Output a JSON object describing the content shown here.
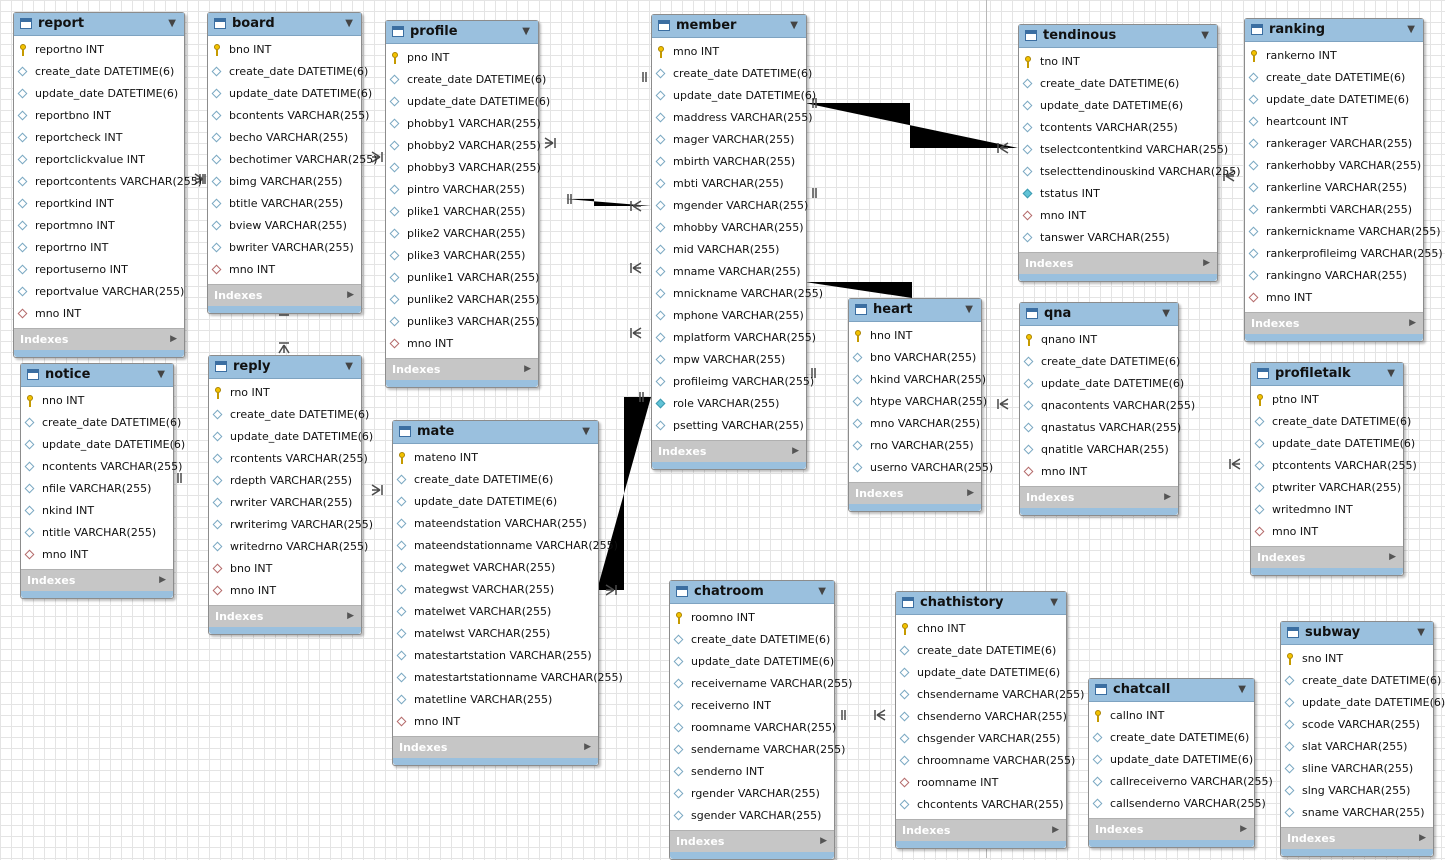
{
  "diagram": {
    "indexes_label": "Indexes",
    "tables": [
      {
        "id": "report",
        "name": "report",
        "columns": [
          {
            "name": "reportno INT",
            "kind": "pk"
          },
          {
            "name": "create_date DATETIME(6)",
            "kind": "col"
          },
          {
            "name": "update_date DATETIME(6)",
            "kind": "col"
          },
          {
            "name": "reportbno INT",
            "kind": "col"
          },
          {
            "name": "reportcheck INT",
            "kind": "col"
          },
          {
            "name": "reportclickvalue INT",
            "kind": "col"
          },
          {
            "name": "reportcontents VARCHAR(255)",
            "kind": "col"
          },
          {
            "name": "reportkind INT",
            "kind": "col"
          },
          {
            "name": "reportmno INT",
            "kind": "col"
          },
          {
            "name": "reportrno INT",
            "kind": "col"
          },
          {
            "name": "reportuserno INT",
            "kind": "col"
          },
          {
            "name": "reportvalue VARCHAR(255)",
            "kind": "col"
          },
          {
            "name": "mno INT",
            "kind": "fk"
          }
        ]
      },
      {
        "id": "board",
        "name": "board",
        "columns": [
          {
            "name": "bno INT",
            "kind": "pk"
          },
          {
            "name": "create_date DATETIME(6)",
            "kind": "col"
          },
          {
            "name": "update_date DATETIME(6)",
            "kind": "col"
          },
          {
            "name": "bcontents VARCHAR(255)",
            "kind": "col"
          },
          {
            "name": "becho VARCHAR(255)",
            "kind": "col"
          },
          {
            "name": "bechotimer VARCHAR(255)",
            "kind": "col"
          },
          {
            "name": "bimg VARCHAR(255)",
            "kind": "col"
          },
          {
            "name": "btitle VARCHAR(255)",
            "kind": "col"
          },
          {
            "name": "bview VARCHAR(255)",
            "kind": "col"
          },
          {
            "name": "bwriter VARCHAR(255)",
            "kind": "col"
          },
          {
            "name": "mno INT",
            "kind": "fk"
          }
        ]
      },
      {
        "id": "profile",
        "name": "profile",
        "columns": [
          {
            "name": "pno INT",
            "kind": "pk"
          },
          {
            "name": "create_date DATETIME(6)",
            "kind": "col"
          },
          {
            "name": "update_date DATETIME(6)",
            "kind": "col"
          },
          {
            "name": "phobby1 VARCHAR(255)",
            "kind": "col"
          },
          {
            "name": "phobby2 VARCHAR(255)",
            "kind": "col"
          },
          {
            "name": "phobby3 VARCHAR(255)",
            "kind": "col"
          },
          {
            "name": "pintro VARCHAR(255)",
            "kind": "col"
          },
          {
            "name": "plike1 VARCHAR(255)",
            "kind": "col"
          },
          {
            "name": "plike2 VARCHAR(255)",
            "kind": "col"
          },
          {
            "name": "plike3 VARCHAR(255)",
            "kind": "col"
          },
          {
            "name": "punlike1 VARCHAR(255)",
            "kind": "col"
          },
          {
            "name": "punlike2 VARCHAR(255)",
            "kind": "col"
          },
          {
            "name": "punlike3 VARCHAR(255)",
            "kind": "col"
          },
          {
            "name": "mno INT",
            "kind": "fk"
          }
        ]
      },
      {
        "id": "member",
        "name": "member",
        "columns": [
          {
            "name": "mno INT",
            "kind": "pk"
          },
          {
            "name": "create_date DATETIME(6)",
            "kind": "col"
          },
          {
            "name": "update_date DATETIME(6)",
            "kind": "col"
          },
          {
            "name": "maddress VARCHAR(255)",
            "kind": "col"
          },
          {
            "name": "mager VARCHAR(255)",
            "kind": "col"
          },
          {
            "name": "mbirth VARCHAR(255)",
            "kind": "col"
          },
          {
            "name": "mbti VARCHAR(255)",
            "kind": "col"
          },
          {
            "name": "mgender VARCHAR(255)",
            "kind": "col"
          },
          {
            "name": "mhobby VARCHAR(255)",
            "kind": "col"
          },
          {
            "name": "mid VARCHAR(255)",
            "kind": "col"
          },
          {
            "name": "mname VARCHAR(255)",
            "kind": "col"
          },
          {
            "name": "mnickname VARCHAR(255)",
            "kind": "col"
          },
          {
            "name": "mphone VARCHAR(255)",
            "kind": "col"
          },
          {
            "name": "mplatform VARCHAR(255)",
            "kind": "col"
          },
          {
            "name": "mpw VARCHAR(255)",
            "kind": "col"
          },
          {
            "name": "profileimg VARCHAR(255)",
            "kind": "col"
          },
          {
            "name": "role VARCHAR(255)",
            "kind": "nn"
          },
          {
            "name": "psetting VARCHAR(255)",
            "kind": "col"
          }
        ]
      },
      {
        "id": "tendinous",
        "name": "tendinous",
        "columns": [
          {
            "name": "tno INT",
            "kind": "pk"
          },
          {
            "name": "create_date DATETIME(6)",
            "kind": "col"
          },
          {
            "name": "update_date DATETIME(6)",
            "kind": "col"
          },
          {
            "name": "tcontents VARCHAR(255)",
            "kind": "col"
          },
          {
            "name": "tselectcontentkind VARCHAR(255)",
            "kind": "col"
          },
          {
            "name": "tselecttendinouskind VARCHAR(255)",
            "kind": "col"
          },
          {
            "name": "tstatus INT",
            "kind": "nn"
          },
          {
            "name": "mno INT",
            "kind": "fk"
          },
          {
            "name": "tanswer VARCHAR(255)",
            "kind": "col"
          }
        ]
      },
      {
        "id": "ranking",
        "name": "ranking",
        "columns": [
          {
            "name": "rankerno INT",
            "kind": "pk"
          },
          {
            "name": "create_date DATETIME(6)",
            "kind": "col"
          },
          {
            "name": "update_date DATETIME(6)",
            "kind": "col"
          },
          {
            "name": "heartcount INT",
            "kind": "col"
          },
          {
            "name": "rankerager VARCHAR(255)",
            "kind": "col"
          },
          {
            "name": "rankerhobby VARCHAR(255)",
            "kind": "col"
          },
          {
            "name": "rankerline VARCHAR(255)",
            "kind": "col"
          },
          {
            "name": "rankermbti VARCHAR(255)",
            "kind": "col"
          },
          {
            "name": "rankernickname VARCHAR(255)",
            "kind": "col"
          },
          {
            "name": "rankerprofileimg VARCHAR(255)",
            "kind": "col"
          },
          {
            "name": "rankingno VARCHAR(255)",
            "kind": "col"
          },
          {
            "name": "mno INT",
            "kind": "fk"
          }
        ]
      },
      {
        "id": "notice",
        "name": "notice",
        "columns": [
          {
            "name": "nno INT",
            "kind": "pk"
          },
          {
            "name": "create_date DATETIME(6)",
            "kind": "col"
          },
          {
            "name": "update_date DATETIME(6)",
            "kind": "col"
          },
          {
            "name": "ncontents VARCHAR(255)",
            "kind": "col"
          },
          {
            "name": "nfile VARCHAR(255)",
            "kind": "col"
          },
          {
            "name": "nkind INT",
            "kind": "col"
          },
          {
            "name": "ntitle VARCHAR(255)",
            "kind": "col"
          },
          {
            "name": "mno INT",
            "kind": "fk"
          }
        ]
      },
      {
        "id": "reply",
        "name": "reply",
        "columns": [
          {
            "name": "rno INT",
            "kind": "pk"
          },
          {
            "name": "create_date DATETIME(6)",
            "kind": "col"
          },
          {
            "name": "update_date DATETIME(6)",
            "kind": "col"
          },
          {
            "name": "rcontents VARCHAR(255)",
            "kind": "col"
          },
          {
            "name": "rdepth VARCHAR(255)",
            "kind": "col"
          },
          {
            "name": "rwriter VARCHAR(255)",
            "kind": "col"
          },
          {
            "name": "rwriterimg VARCHAR(255)",
            "kind": "col"
          },
          {
            "name": "writedrno VARCHAR(255)",
            "kind": "col"
          },
          {
            "name": "bno INT",
            "kind": "fk"
          },
          {
            "name": "mno INT",
            "kind": "fk"
          }
        ]
      },
      {
        "id": "mate",
        "name": "mate",
        "columns": [
          {
            "name": "mateno INT",
            "kind": "pk"
          },
          {
            "name": "create_date DATETIME(6)",
            "kind": "col"
          },
          {
            "name": "update_date DATETIME(6)",
            "kind": "col"
          },
          {
            "name": "mateendstation VARCHAR(255)",
            "kind": "col"
          },
          {
            "name": "mateendstationname VARCHAR(255)",
            "kind": "col"
          },
          {
            "name": "mategwet VARCHAR(255)",
            "kind": "col"
          },
          {
            "name": "mategwst VARCHAR(255)",
            "kind": "col"
          },
          {
            "name": "matelwet VARCHAR(255)",
            "kind": "col"
          },
          {
            "name": "matelwst VARCHAR(255)",
            "kind": "col"
          },
          {
            "name": "matestartstation VARCHAR(255)",
            "kind": "col"
          },
          {
            "name": "matestartstationname VARCHAR(255)",
            "kind": "col"
          },
          {
            "name": "matetline VARCHAR(255)",
            "kind": "col"
          },
          {
            "name": "mno INT",
            "kind": "fk"
          }
        ]
      },
      {
        "id": "heart",
        "name": "heart",
        "columns": [
          {
            "name": "hno INT",
            "kind": "pk"
          },
          {
            "name": "bno VARCHAR(255)",
            "kind": "col"
          },
          {
            "name": "hkind VARCHAR(255)",
            "kind": "col"
          },
          {
            "name": "htype VARCHAR(255)",
            "kind": "col"
          },
          {
            "name": "mno VARCHAR(255)",
            "kind": "col"
          },
          {
            "name": "rno VARCHAR(255)",
            "kind": "col"
          },
          {
            "name": "userno VARCHAR(255)",
            "kind": "col"
          }
        ]
      },
      {
        "id": "qna",
        "name": "qna",
        "columns": [
          {
            "name": "qnano INT",
            "kind": "pk"
          },
          {
            "name": "create_date DATETIME(6)",
            "kind": "col"
          },
          {
            "name": "update_date DATETIME(6)",
            "kind": "col"
          },
          {
            "name": "qnacontents VARCHAR(255)",
            "kind": "col"
          },
          {
            "name": "qnastatus VARCHAR(255)",
            "kind": "col"
          },
          {
            "name": "qnatitle VARCHAR(255)",
            "kind": "col"
          },
          {
            "name": "mno INT",
            "kind": "fk"
          }
        ]
      },
      {
        "id": "profiletalk",
        "name": "profiletalk",
        "columns": [
          {
            "name": "ptno INT",
            "kind": "pk"
          },
          {
            "name": "create_date DATETIME(6)",
            "kind": "col"
          },
          {
            "name": "update_date DATETIME(6)",
            "kind": "col"
          },
          {
            "name": "ptcontents VARCHAR(255)",
            "kind": "col"
          },
          {
            "name": "ptwriter VARCHAR(255)",
            "kind": "col"
          },
          {
            "name": "writedmno INT",
            "kind": "col"
          },
          {
            "name": "mno INT",
            "kind": "fk"
          }
        ]
      },
      {
        "id": "chatroom",
        "name": "chatroom",
        "columns": [
          {
            "name": "roomno INT",
            "kind": "pk"
          },
          {
            "name": "create_date DATETIME(6)",
            "kind": "col"
          },
          {
            "name": "update_date DATETIME(6)",
            "kind": "col"
          },
          {
            "name": "receivername VARCHAR(255)",
            "kind": "col"
          },
          {
            "name": "receiverno INT",
            "kind": "col"
          },
          {
            "name": "roomname VARCHAR(255)",
            "kind": "col"
          },
          {
            "name": "sendername VARCHAR(255)",
            "kind": "col"
          },
          {
            "name": "senderno INT",
            "kind": "col"
          },
          {
            "name": "rgender VARCHAR(255)",
            "kind": "col"
          },
          {
            "name": "sgender VARCHAR(255)",
            "kind": "col"
          }
        ]
      },
      {
        "id": "chathistory",
        "name": "chathistory",
        "columns": [
          {
            "name": "chno INT",
            "kind": "pk"
          },
          {
            "name": "create_date DATETIME(6)",
            "kind": "col"
          },
          {
            "name": "update_date DATETIME(6)",
            "kind": "col"
          },
          {
            "name": "chsendername VARCHAR(255)",
            "kind": "col"
          },
          {
            "name": "chsenderno VARCHAR(255)",
            "kind": "col"
          },
          {
            "name": "chsgender VARCHAR(255)",
            "kind": "col"
          },
          {
            "name": "chroomname VARCHAR(255)",
            "kind": "col"
          },
          {
            "name": "roomname INT",
            "kind": "fk"
          },
          {
            "name": "chcontents VARCHAR(255)",
            "kind": "col"
          }
        ]
      },
      {
        "id": "chatcall",
        "name": "chatcall",
        "columns": [
          {
            "name": "callno INT",
            "kind": "pk"
          },
          {
            "name": "create_date DATETIME(6)",
            "kind": "col"
          },
          {
            "name": "update_date DATETIME(6)",
            "kind": "col"
          },
          {
            "name": "callreceiverno VARCHAR(255)",
            "kind": "col"
          },
          {
            "name": "callsenderno VARCHAR(255)",
            "kind": "col"
          }
        ]
      },
      {
        "id": "subway",
        "name": "subway",
        "columns": [
          {
            "name": "sno INT",
            "kind": "pk"
          },
          {
            "name": "create_date DATETIME(6)",
            "kind": "col"
          },
          {
            "name": "update_date DATETIME(6)",
            "kind": "col"
          },
          {
            "name": "scode VARCHAR(255)",
            "kind": "col"
          },
          {
            "name": "slat VARCHAR(255)",
            "kind": "col"
          },
          {
            "name": "sline VARCHAR(255)",
            "kind": "col"
          },
          {
            "name": "slng VARCHAR(255)",
            "kind": "col"
          },
          {
            "name": "sname VARCHAR(255)",
            "kind": "col"
          }
        ]
      }
    ]
  }
}
